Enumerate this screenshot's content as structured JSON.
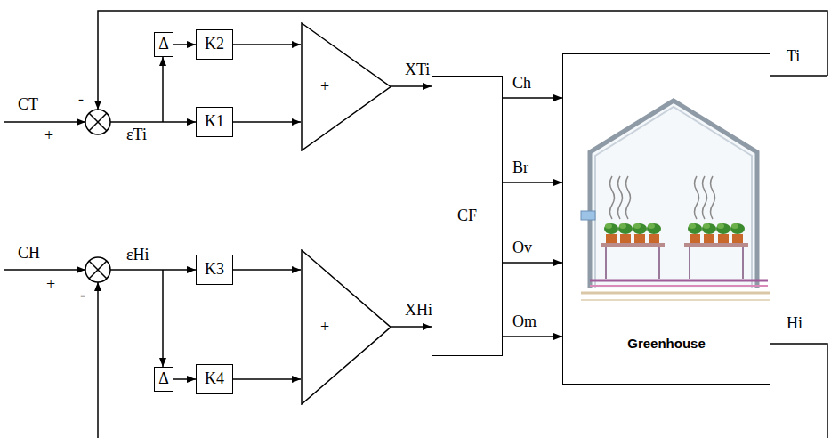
{
  "diagram": {
    "nodes": [
      {
        "text": [
          "Δ"
        ]
      },
      {
        "text": [
          "K2"
        ]
      },
      {
        "text": [
          "K1"
        ]
      },
      {
        "text": [
          "+"
        ]
      },
      {
        "text": [
          "K3"
        ]
      },
      {
        "text": [
          "Δ"
        ]
      },
      {
        "text": [
          "K4"
        ]
      },
      {
        "text": [
          "+"
        ]
      },
      {
        "text": [
          "CF"
        ]
      },
      {
        "text": [
          "Greenhouse"
        ]
      }
    ],
    "edges": [
      {
        "from": 0,
        "to": 1,
        "arrow": "to"
      },
      {
        "from": 1,
        "to": 3,
        "arrow": "to"
      },
      {
        "from": 2,
        "to": 3,
        "arrow": "to"
      },
      {
        "from": 3,
        "to": 8,
        "label": "XTi",
        "arrow": "to"
      },
      {
        "from": 4,
        "to": 7,
        "arrow": "to"
      },
      {
        "from": 5,
        "to": 6,
        "arrow": "to"
      },
      {
        "from": 6,
        "to": 7,
        "arrow": "to"
      },
      {
        "from": 7,
        "to": 8,
        "label": "XHi",
        "arrow": "to"
      },
      {
        "from": 8,
        "to": 9,
        "label": "Ch",
        "arrow": "to"
      },
      {
        "from": 8,
        "to": 9,
        "label": "Br",
        "arrow": "to"
      },
      {
        "from": 8,
        "to": 9,
        "label": "Ov",
        "arrow": "to"
      },
      {
        "from": 8,
        "to": 9,
        "label": "Om",
        "arrow": "to"
      }
    ],
    "labels": [
      "CT",
      "-",
      "+",
      "εTi",
      "CH",
      "+",
      "-",
      "εHi",
      "Ti",
      "Hi"
    ]
  }
}
